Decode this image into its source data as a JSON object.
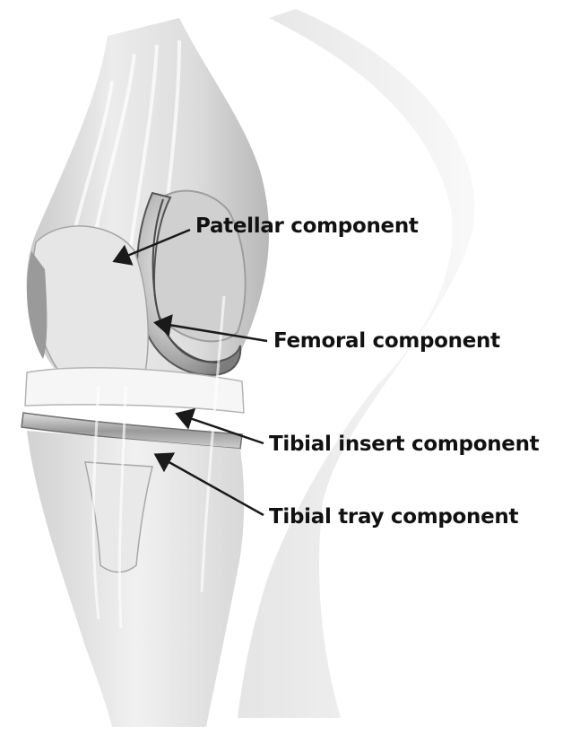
{
  "diagram": {
    "labels": {
      "patellar": "Patellar component",
      "femoral": "Femoral component",
      "tibial_insert": "Tibial insert component",
      "tibial_tray": "Tibial tray component"
    }
  },
  "colors": {
    "background": "#ffffff",
    "label_text": "#111111",
    "arrow": "#1a1a1a"
  }
}
